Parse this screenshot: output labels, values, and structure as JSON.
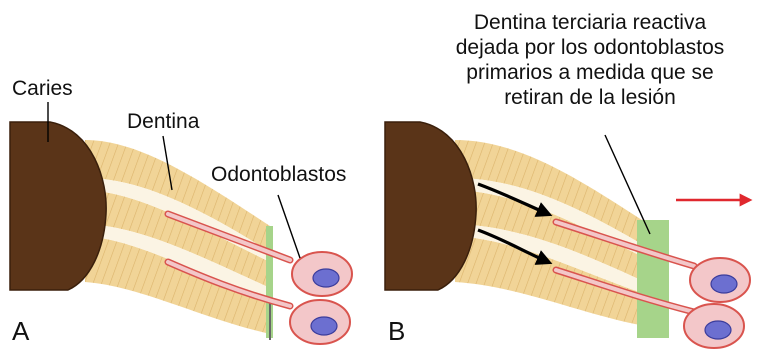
{
  "panel_a": {
    "letter": "A",
    "labels": {
      "caries": "Caries",
      "dentina": "Dentina",
      "odontoblastos": "Odontoblastos"
    }
  },
  "panel_b": {
    "letter": "B",
    "caption_lines": [
      "Dentina terciaria reactiva",
      "dejada por los odontoblastos",
      "primarios a medida que se",
      "retiran de la lesión"
    ]
  },
  "colors": {
    "caries": "#5a3418",
    "dentin": "#f1d497",
    "dentin_stripe": "#dcb46c",
    "tertiary_dentin": "#a6d48a",
    "odontoblast_fill": "#f3c7c9",
    "odontoblast_outline": "#d9544e",
    "nucleus": "#6c6fd0",
    "retreat_arrow": "#e0282e"
  }
}
